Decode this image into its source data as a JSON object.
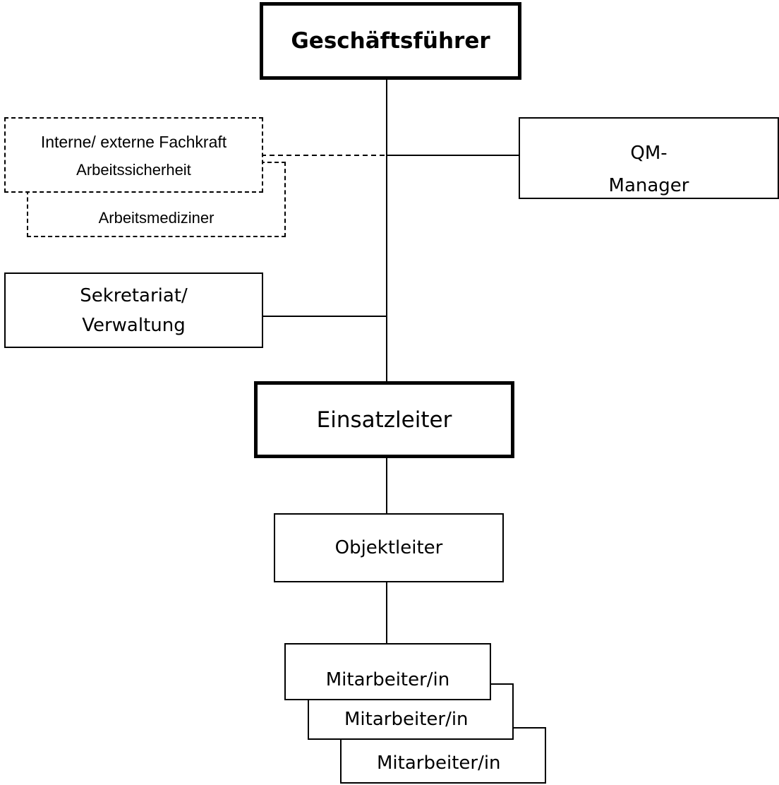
{
  "org_chart": {
    "ceo": {
      "label": "Geschäftsführer"
    },
    "safety": {
      "line1": "Interne/ externe Fachkraft",
      "line2": "Arbeitssicherheit"
    },
    "occupational_doctor": {
      "label": "Arbeitsmediziner"
    },
    "qm": {
      "line1": "QM-",
      "line2": "Manager"
    },
    "secretariat": {
      "line1": "Sekretariat/",
      "line2": "Verwaltung"
    },
    "operations_manager": {
      "label": "Einsatzleiter"
    },
    "site_manager": {
      "label": "Objektleiter"
    },
    "employees": [
      {
        "label": "Mitarbeiter/in"
      },
      {
        "label": "Mitarbeiter/in"
      },
      {
        "label": "Mitarbeiter/in"
      }
    ]
  }
}
